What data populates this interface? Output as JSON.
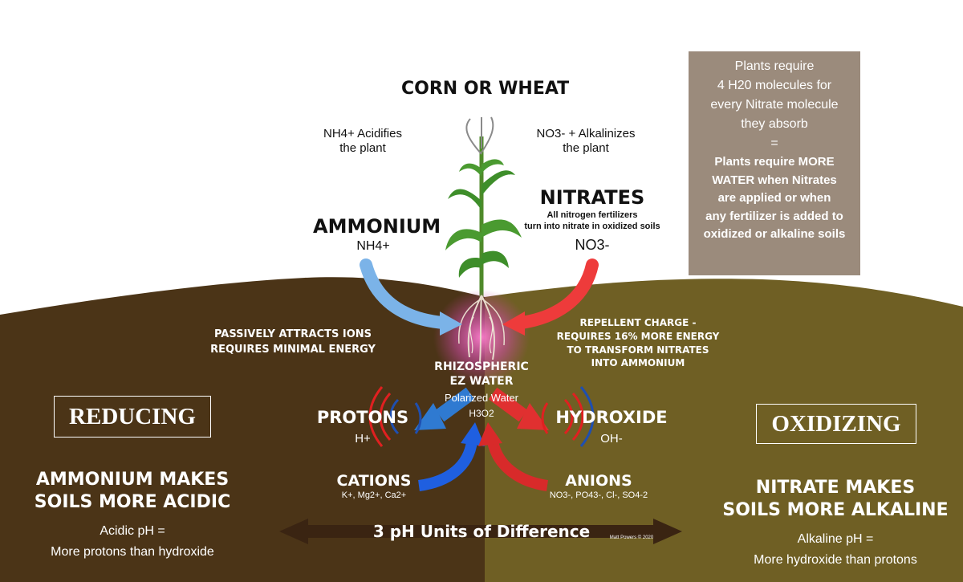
{
  "title": "CORN OR WHEAT",
  "colors": {
    "left_soil": "#4b3417",
    "right_soil": "#6f5f24",
    "ammonium_arrow": "#7bb3e8",
    "nitrate_arrow": "#ee3b3b",
    "info_box": "#9b8b7c"
  },
  "left_note": {
    "line1": "NH4+ Acidifies",
    "line2": "the plant"
  },
  "right_note": {
    "line1": "NO3- + Alkalinizes",
    "line2": "the plant"
  },
  "ammonium": {
    "name": "AMMONIUM",
    "formula": "NH4+"
  },
  "nitrates": {
    "name": "NITRATES",
    "desc1": "All nitrogen fertilizers",
    "desc2": "turn into nitrate in oxidized soils",
    "formula": "NO3-"
  },
  "info_box": {
    "lines": [
      "Plants require",
      "4 H20 molecules for",
      "every Nitrate molecule",
      "they absorb",
      "="
    ],
    "bold_lines": [
      "Plants require MORE",
      "WATER when Nitrates",
      "are applied  or when",
      "any fertilizer is added to",
      "oxidized or alkaline soils"
    ]
  },
  "passive": {
    "line1": "PASSIVELY ATTRACTS IONS",
    "line2": "REQUIRES MINIMAL ENERGY"
  },
  "repellent": {
    "line1": "REPELLENT CHARGE -",
    "line2": "REQUIRES 16% MORE ENERGY",
    "line3": "TO TRANSFORM NITRATES",
    "line4": "INTO AMMONIUM"
  },
  "ez_water": {
    "line1": "RHIZOSPHERIC",
    "line2": "EZ WATER",
    "sub": "Polarized Water",
    "formula": "H3O2"
  },
  "protons": {
    "name": "PROTONS",
    "symbol": "H+"
  },
  "hydroxide": {
    "name": "HYDROXIDE",
    "symbol": "OH-"
  },
  "cations": {
    "name": "CATIONS",
    "ions": "K+, Mg2+, Ca2+"
  },
  "anions": {
    "name": "ANIONS",
    "ions": "NO3-, PO43-, Cl-, SO4-2"
  },
  "reducing": {
    "box": "REDUCING",
    "line1": "AMMONIUM MAKES",
    "line2": "SOILS MORE ACIDIC",
    "ph": "Acidic pH =",
    "desc": "More protons than hydroxide"
  },
  "oxidizing": {
    "box": "OXIDIZING",
    "line1": "NITRATE MAKES",
    "line2": "SOILS MORE ALKALINE",
    "ph": "Alkaline pH =",
    "desc": "More hydroxide than protons"
  },
  "ph_difference": "3 pH Units of Difference",
  "credit": "Matt Powers © 2020"
}
